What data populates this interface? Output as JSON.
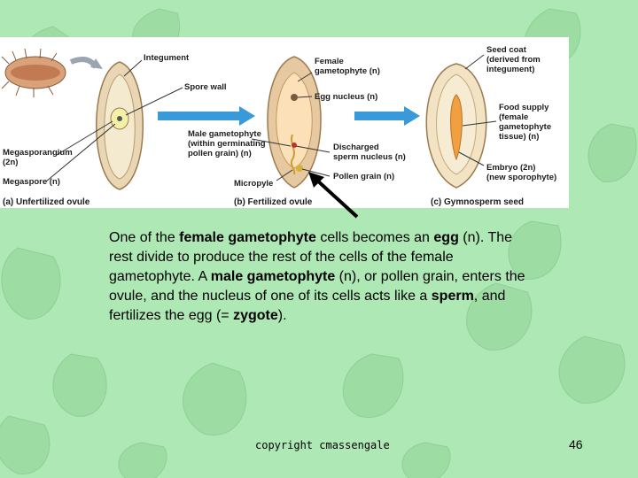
{
  "diagram": {
    "labels": {
      "integument": "Integument",
      "spore_wall": "Spore wall",
      "megasporangium_1": "Megasporangium",
      "megasporangium_2": "(2n)",
      "megaspore": "Megaspore (n)",
      "caption_a": "(a) Unfertilized ovule",
      "female_gametophyte_1": "Female",
      "female_gametophyte_2": "gametophyte (n)",
      "egg_nucleus": "Egg nucleus (n)",
      "male_gametophyte_1": "Male gametophyte",
      "male_gametophyte_2": "(within germinating",
      "male_gametophyte_3": "pollen grain) (n)",
      "discharged_1": "Discharged",
      "discharged_2": "sperm nucleus (n)",
      "pollen_grain": "Pollen grain (n)",
      "micropyle": "Micropyle",
      "caption_b": "(b) Fertilized ovule",
      "seed_coat_1": "Seed coat",
      "seed_coat_2": "(derived from",
      "seed_coat_3": "integument)",
      "food_supply_1": "Food supply",
      "food_supply_2": "(female",
      "food_supply_3": "gametophyte",
      "food_supply_4": "tissue) (n)",
      "embryo_1": "Embryo (2n)",
      "embryo_2": "(new sporophyte)",
      "caption_c": "(c) Gymnosperm seed"
    }
  },
  "text": {
    "p1": "One of the ",
    "b1": "female gametophyte",
    "p2": " cells becomes an ",
    "b2": "egg",
    "p3": " (n).  The rest divide to produce the rest of the cells of the female gametophyte.  A ",
    "b3": "male gametophyte",
    "p4": " (n), or pollen grain, enters the ovule, and the nucleus of one of its cells acts like a ",
    "b4": "sperm",
    "p5": ", and fertilizes the egg (= ",
    "b5": "zygote",
    "p6": ")."
  },
  "footer": {
    "copyright": "copyright cmassengale",
    "page_number": "46"
  },
  "colors": {
    "background": "#aee8b4",
    "leaf": "#9ddca3",
    "arrow": "#3a9ad9"
  }
}
